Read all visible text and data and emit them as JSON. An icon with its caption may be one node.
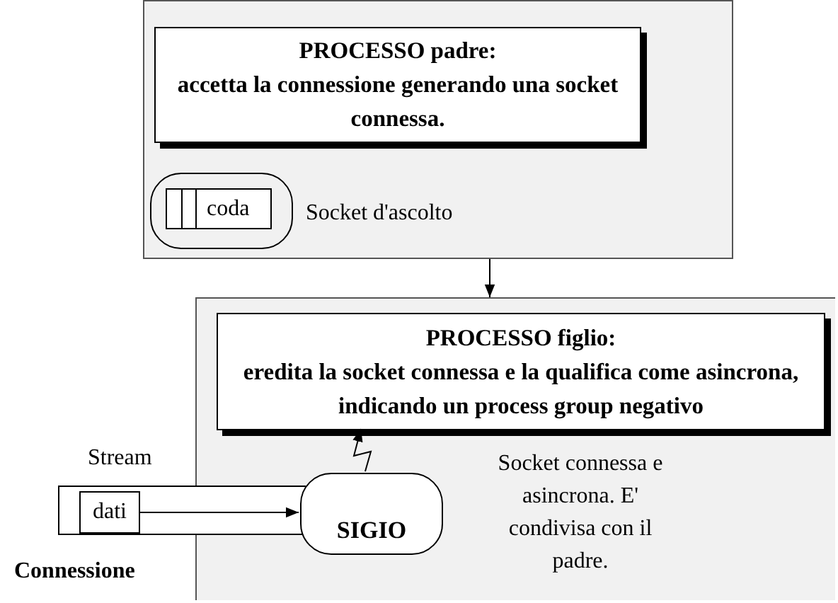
{
  "diagram": {
    "nodes": [
      {
        "text": [],
        "shape": "box"
      },
      {
        "text": [
          "PROCESSO padre:",
          "accetta la connessione generando una socket connessa."
        ],
        "in": 0
      },
      {
        "text": [],
        "shape": "box",
        "in": 0,
        "beside": [
          "Socket d'ascolto"
        ]
      },
      {
        "text": [
          "coda"
        ],
        "in": 2
      },
      {
        "text": [],
        "shape": "box"
      },
      {
        "text": [
          "PROCESSO figlio:",
          "eredita la socket connessa e la qualifica come asincrona, indicando un process group negativo"
        ],
        "in": 4
      },
      {
        "text": [
          "SIGIO"
        ],
        "in": 4
      },
      {
        "text": [],
        "shape": "box",
        "beside": [
          "Stream",
          "Connessione"
        ]
      },
      {
        "text": [
          "dati"
        ],
        "in": 7
      }
    ],
    "edges": [
      {
        "from": 0,
        "to": 4,
        "arrow": "to"
      },
      {
        "from": 8,
        "to": 6,
        "arrow": "to"
      },
      {
        "from": 6,
        "to": 5,
        "arrow": "to"
      }
    ],
    "labels": [
      "Socket connessa e asincrona. E' condivisa con il padre."
    ]
  }
}
